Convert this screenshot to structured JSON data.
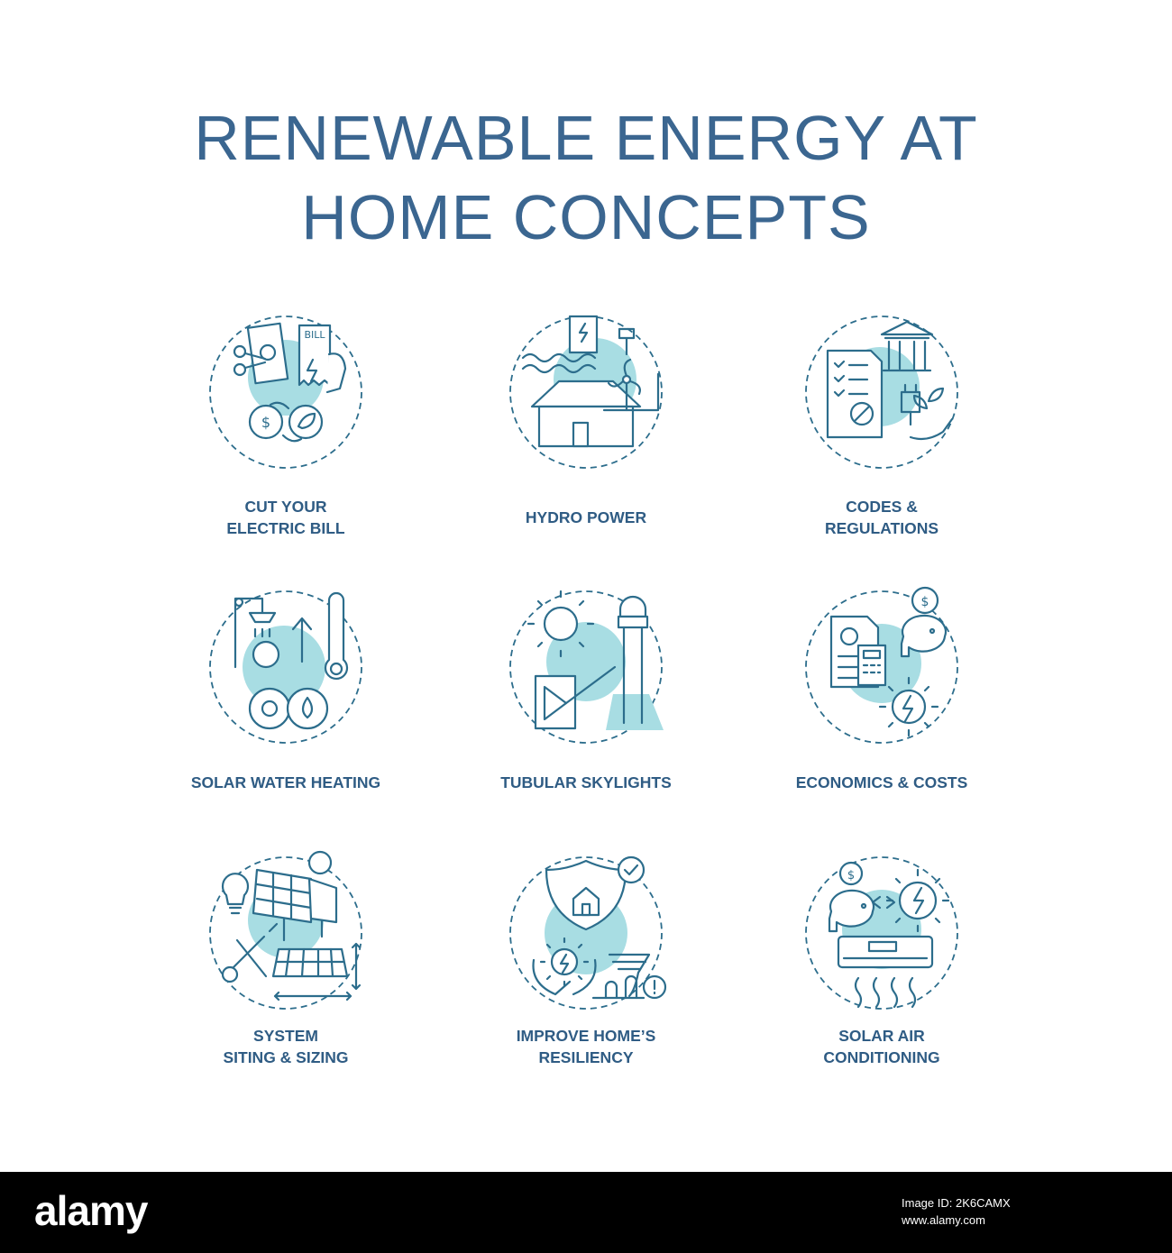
{
  "title": {
    "line1": "RENEWABLE ENERGY AT",
    "line2": "HOME CONCEPTS"
  },
  "colors": {
    "title": "#3b6690",
    "label": "#2f5c84",
    "stroke": "#2c6d8c",
    "fill": "#a8dde3"
  },
  "items": [
    {
      "line1": "CUT YOUR",
      "line2": "ELECTRIC BILL",
      "icon": "cut-electric-bill-icon"
    },
    {
      "line1": "HYDRO POWER",
      "line2": "",
      "icon": "hydro-power-icon"
    },
    {
      "line1": "CODES &",
      "line2": "REGULATIONS",
      "icon": "codes-regulations-icon"
    },
    {
      "line1": "SOLAR WATER HEATING",
      "line2": "",
      "icon": "solar-water-heating-icon"
    },
    {
      "line1": "TUBULAR SKYLIGHTS",
      "line2": "",
      "icon": "tubular-skylights-icon"
    },
    {
      "line1": "ECONOMICS & COSTS",
      "line2": "",
      "icon": "economics-costs-icon"
    },
    {
      "line1": "SYSTEM",
      "line2": "SITING & SIZING",
      "icon": "system-siting-sizing-icon"
    },
    {
      "line1": "IMPROVE HOME’S",
      "line2": "RESILIENCY",
      "icon": "home-resiliency-icon"
    },
    {
      "line1": "SOLAR AIR",
      "line2": "CONDITIONING",
      "icon": "solar-air-conditioning-icon"
    }
  ],
  "icon_text": {
    "bill": "BILL",
    "currency": "$"
  },
  "footer": {
    "logo": "alamy",
    "image_id_label": "Image ID: 2K6CAMX",
    "site": "www.alamy.com"
  }
}
